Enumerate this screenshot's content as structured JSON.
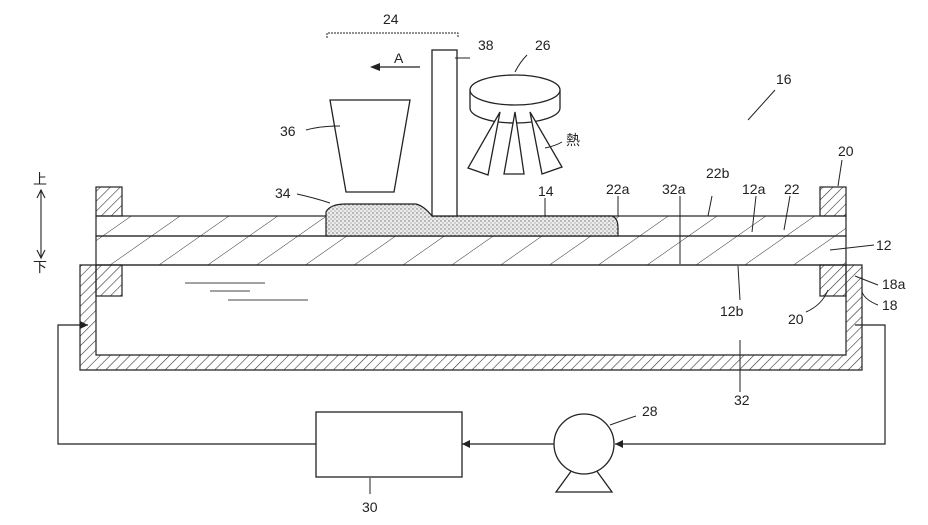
{
  "figure": {
    "labels": {
      "l24": "24",
      "l38": "38",
      "l26": "26",
      "lA": "A",
      "l16": "16",
      "l36": "36",
      "heat": "熱",
      "l20_top": "20",
      "l34": "34",
      "l14": "14",
      "l22a": "22a",
      "l32a": "32a",
      "l22b": "22b",
      "l12a": "12a",
      "l22": "22",
      "l12": "12",
      "l18a": "18a",
      "l18": "18",
      "l12b": "12b",
      "l20_bottom": "20",
      "l32": "32",
      "l28": "28",
      "l30": "30",
      "up": "上",
      "down": "下"
    },
    "colors": {
      "stroke": "#222222",
      "sand": "#cfcfcf"
    }
  }
}
